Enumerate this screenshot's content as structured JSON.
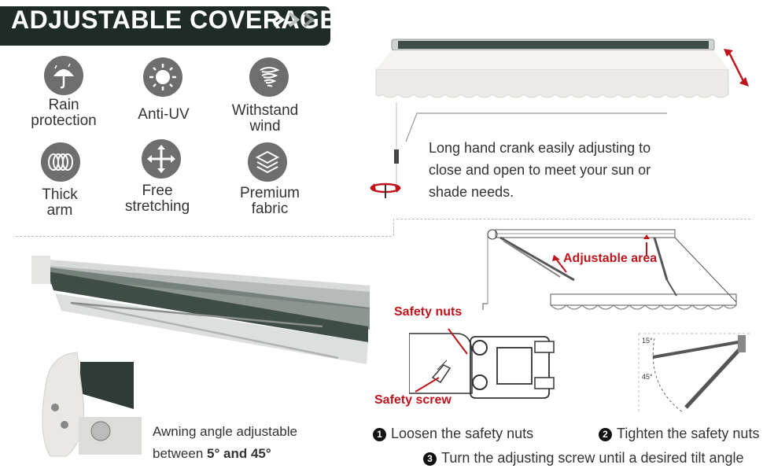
{
  "banner": {
    "title": "ADJUSTABLE COVERAGE"
  },
  "features": [
    {
      "label": "Rain\nprotection",
      "icon": "umbrella-icon"
    },
    {
      "label": "Anti-UV",
      "icon": "sun-icon"
    },
    {
      "label": "Withstand\nwind",
      "icon": "wind-icon"
    },
    {
      "label": "Thick\narm",
      "icon": "coil-icon"
    },
    {
      "label": "Free\nstretching",
      "icon": "move-arrows-icon"
    },
    {
      "label": "Premium\nfabric",
      "icon": "layers-icon"
    }
  ],
  "crank": {
    "description": "Long hand crank easily adjusting to close and open to meet your sun or shade needs."
  },
  "angle": {
    "text_prefix": "Awning angle adjustable between ",
    "min": "5°",
    "and_word": "and",
    "max": "45°"
  },
  "diagram": {
    "adjustable_area": "Adjustable area",
    "safety_nuts": "Safety nuts",
    "safety_screw": "Safety screw",
    "angle_small": "15°",
    "angle_large": "45°"
  },
  "steps": [
    {
      "num": "1",
      "text": "Loosen the safety nuts"
    },
    {
      "num": "2",
      "text": "Tighten the safety nuts"
    },
    {
      "num": "3",
      "text": "Turn the adjusting screw until a desired tilt angle"
    }
  ],
  "colors": {
    "banner": "#1f2b27",
    "fabric": "#3e4d46",
    "accent_red": "#c0141b",
    "icon_gray": "#6e6e6e"
  }
}
